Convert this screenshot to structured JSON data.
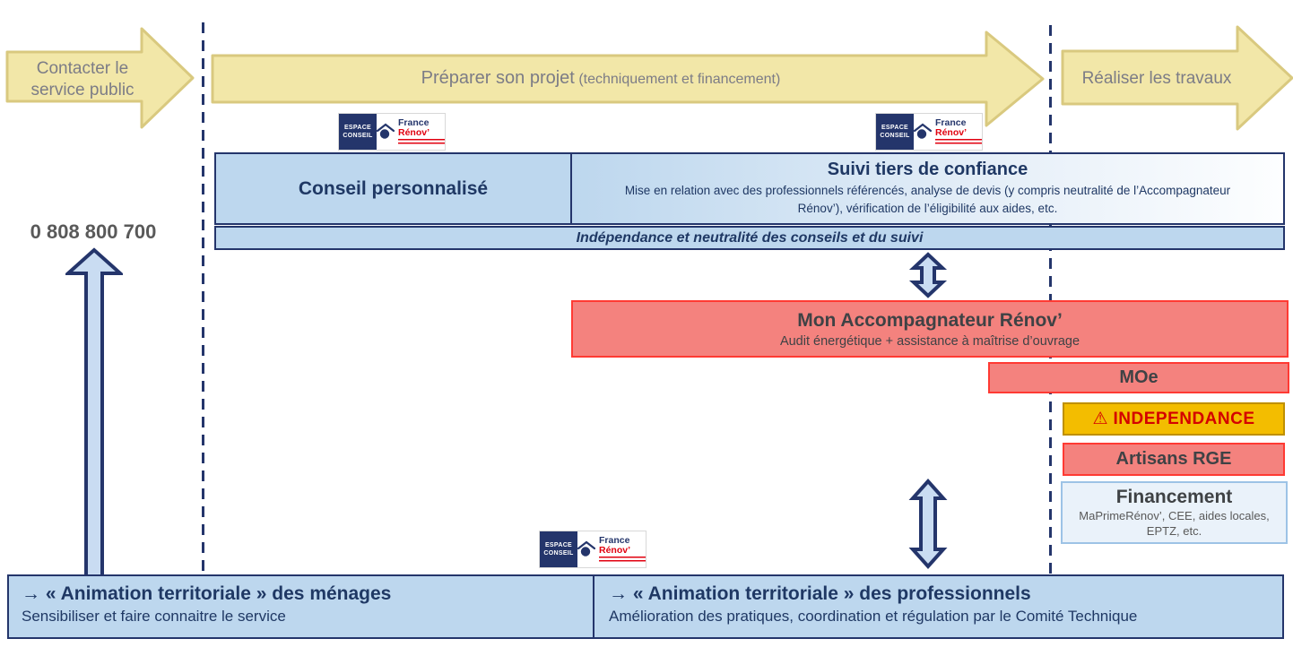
{
  "journey": {
    "step1": {
      "label": "Contacter le service public"
    },
    "step2": {
      "label": "Préparer son projet",
      "sublabel": "(techniquement et financement)"
    },
    "step3": {
      "label": "Réaliser les travaux"
    }
  },
  "phone": {
    "number": "0 808 800 700"
  },
  "logo": {
    "espace_line1": "ESPACE",
    "espace_line2": "CONSEIL",
    "brand_line1": "France",
    "brand_line2": "Rénov’"
  },
  "services": {
    "conseil": {
      "title": "Conseil personnalisé"
    },
    "suivi": {
      "title": "Suivi tiers de confiance",
      "description": "Mise en relation avec des professionnels référencés, analyse de devis (y compris neutralité de l’Accompagnateur Rénov’), vérification de l’éligibilité aux aides, etc."
    },
    "independance_bar": {
      "text": "Indépendance et neutralité des conseils et du suivi"
    }
  },
  "actors": {
    "mar": {
      "title": "Mon Accompagnateur Rénov’",
      "description": "Audit énergétique + assistance à maîtrise d’ouvrage"
    },
    "moe": {
      "title": "MOe"
    },
    "independance": {
      "warning_icon": "⚠",
      "title": "INDEPENDANCE"
    },
    "artisans": {
      "title": "Artisans RGE"
    },
    "financement": {
      "title": "Financement",
      "description": "MaPrimeRénov’, CEE, aides locales, EPTZ, etc."
    }
  },
  "animation": {
    "menages": {
      "arrow": "→",
      "title": "« Animation territoriale » des ménages",
      "description": "Sensibiliser et faire connaitre le service"
    },
    "professionnels": {
      "arrow": "→",
      "title": "« Animation territoriale » des professionnels",
      "description": "Amélioration des pratiques, coordination et régulation par le Comité Technique"
    }
  },
  "colors": {
    "step_arrow_fill": "#F2E7A8",
    "step_arrow_border": "#D9C97F",
    "light_blue": "#BDD7EE",
    "navy": "#1F3864",
    "red_fill": "#F4827E",
    "red_border": "#FF3A33",
    "gold_fill": "#F3BD00",
    "warning_text": "#D40000",
    "gray_text": "#595959"
  }
}
